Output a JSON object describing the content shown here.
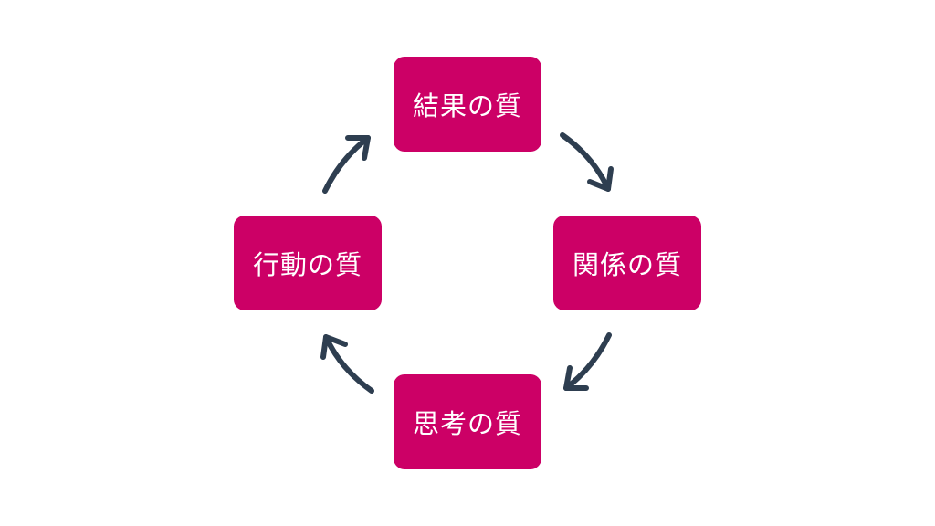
{
  "diagram": {
    "nodes": [
      {
        "id": "results",
        "label": "結果の質"
      },
      {
        "id": "relationship",
        "label": "関係の質"
      },
      {
        "id": "thinking",
        "label": "思考の質"
      },
      {
        "id": "action",
        "label": "行動の質"
      }
    ],
    "cycle_order": [
      "results",
      "relationship",
      "thinking",
      "action",
      "results"
    ],
    "colors": {
      "node_fill": "#cc0066",
      "node_text": "#ffffff",
      "arrow": "#2e3e50",
      "background": "#ffffff"
    }
  }
}
